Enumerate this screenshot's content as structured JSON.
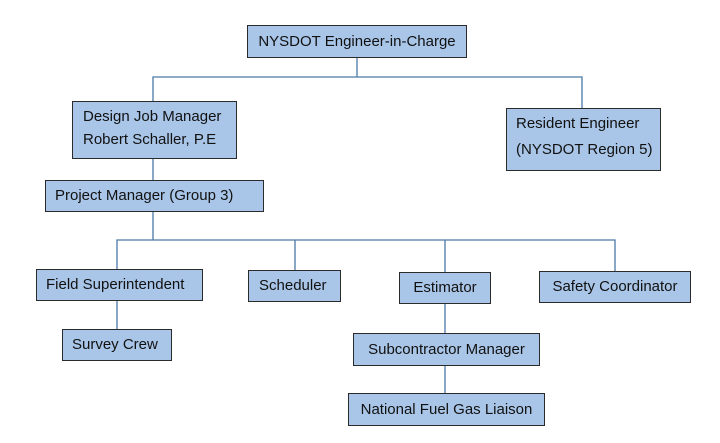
{
  "nodes": {
    "engineer_in_charge": "NYSDOT Engineer-in-Charge",
    "design_job_manager": {
      "line1": "Design Job Manager",
      "line2": "Robert Schaller, P.E"
    },
    "resident_engineer": {
      "line1": "Resident Engineer",
      "line2": "(NYSDOT Region 5)"
    },
    "project_manager": "Project Manager (Group 3)",
    "field_superintendent": "Field Superintendent",
    "scheduler": "Scheduler",
    "estimator": "Estimator",
    "safety_coordinator": "Safety Coordinator",
    "survey_crew": "Survey Crew",
    "subcontractor_manager": "Subcontractor Manager",
    "national_fuel_gas_liaison": "National Fuel Gas Liaison"
  },
  "colors": {
    "box_fill": "#a9c6e8",
    "box_border": "#2b2b2b",
    "connector": "#4a7aa8"
  }
}
